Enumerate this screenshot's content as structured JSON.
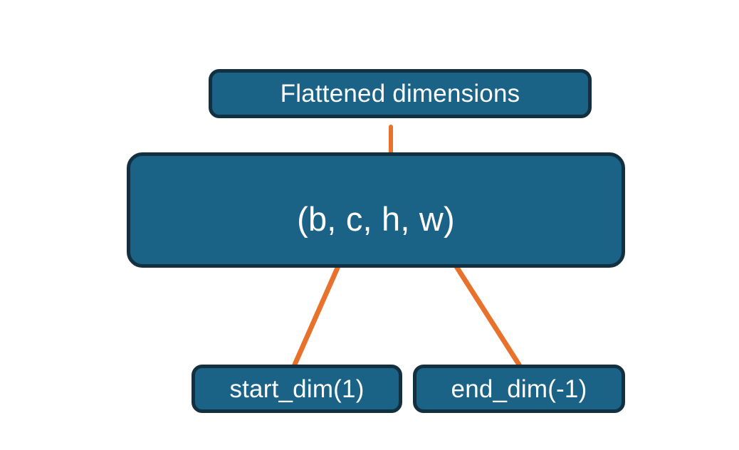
{
  "diagram": {
    "title_node": {
      "label": "Flattened dimensions"
    },
    "shape_node": {
      "label": "(b, c, h, w)"
    },
    "start_node": {
      "label": "start_dim(1)"
    },
    "end_node": {
      "label": "end_dim(-1)"
    },
    "connectors": {
      "brace_name": "flattened-range-brace",
      "start_arrow_name": "start-dim-arrow",
      "end_arrow_name": "end-dim-arrow"
    },
    "colors": {
      "box_fill": "#1b6287",
      "box_border": "#12303f",
      "text": "#ffffff",
      "accent_orange": "#e8722c",
      "background": "#ffffff"
    }
  }
}
